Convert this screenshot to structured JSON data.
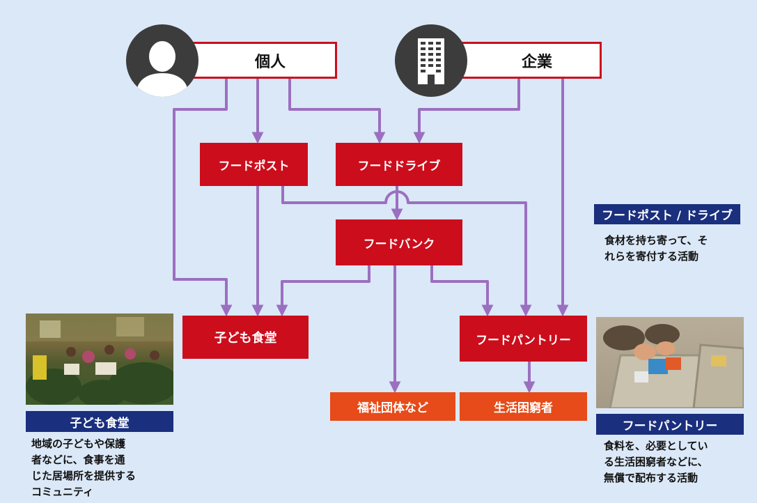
{
  "sources": {
    "individual": "個人",
    "company": "企業"
  },
  "nodes": {
    "food_post": "フードポスト",
    "food_drive": "フードドライブ",
    "food_bank": "フードバンク",
    "kodomo_shokudo": "子ども食堂",
    "food_pantry": "フードパントリー",
    "welfare_groups": "福祉団体など",
    "needy": "生活困窮者"
  },
  "explanations": {
    "post_drive": {
      "title": "フードポスト / ドライブ",
      "lines": [
        "食材を持ち寄って、そ",
        "れらを寄付する活動"
      ]
    },
    "kodomo": {
      "title": "子ども食堂",
      "lines": [
        "地域の子どもや保護",
        "者などに、食事を通",
        "じた居場所を提供する",
        "コミュニティ"
      ]
    },
    "pantry": {
      "title": "フードパントリー",
      "lines": [
        "食料を、必要としてい",
        "る生活困窮者などに、",
        "無償で配布する活動"
      ]
    }
  },
  "icons": {
    "individual": "person-icon",
    "company": "building-icon"
  },
  "colors": {
    "background": "#dbe8f7",
    "red": "#cc0d1c",
    "orange": "#e64b19",
    "navy": "#1a2f7d",
    "arrow": "#9b6fc0",
    "icon_bg": "#3c3c3c"
  }
}
